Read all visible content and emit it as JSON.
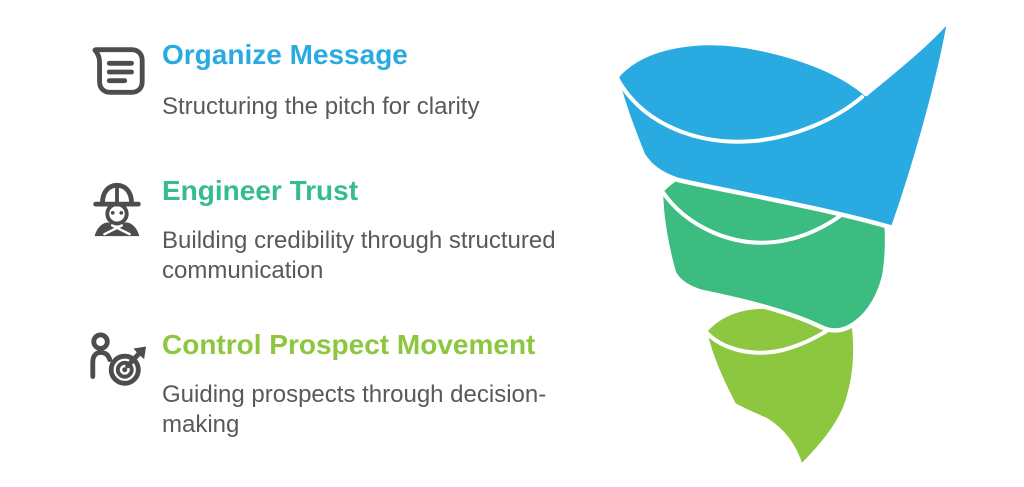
{
  "page": {
    "background": "#ffffff",
    "description_text_color": "#58595B",
    "icon_color": "#4D4D4D"
  },
  "items": [
    {
      "icon": "message-icon",
      "title": "Organize Message",
      "title_color": "#29ABE2",
      "description": "Structuring the pitch for clarity"
    },
    {
      "icon": "engineer-icon",
      "title": "Engineer Trust",
      "title_color": "#35BE8B",
      "description": "Building credibility through structured\ncommunication"
    },
    {
      "icon": "person-target-icon",
      "title": "Control Prospect Movement",
      "title_color": "#8DC63F",
      "description": "Guiding prospects through decision-\nmaking"
    }
  ],
  "funnel": {
    "type": "spiral-funnel",
    "direction": "top-to-bottom",
    "outline_color": "#FFFFFF",
    "segments": [
      {
        "stage": 1,
        "label": "Organize Message",
        "color": "#29ABE2"
      },
      {
        "stage": 2,
        "label": "Engineer Trust",
        "color": "#3CBC80"
      },
      {
        "stage": 3,
        "label": "Control Prospect Movement",
        "color": "#8DC63F"
      }
    ]
  }
}
